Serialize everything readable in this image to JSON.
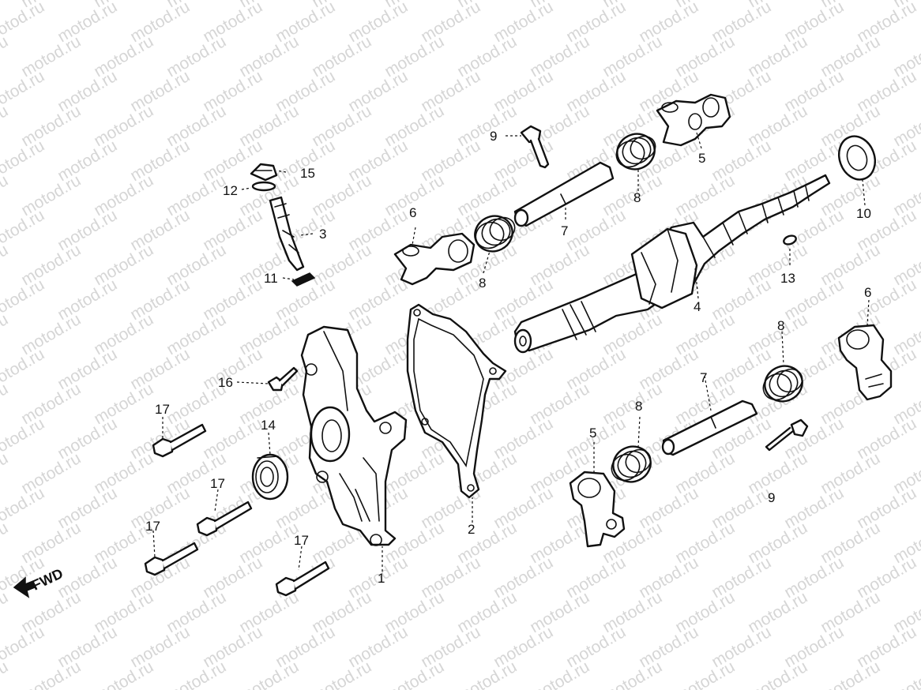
{
  "watermark": {
    "text": "motod.ru",
    "color": "#d6d6d6"
  },
  "direction_label": "FWD",
  "callouts": {
    "c1": "1",
    "c2": "2",
    "c3": "3",
    "c4": "4",
    "c5a": "5",
    "c5b": "5",
    "c6a": "6",
    "c6b": "6",
    "c7a": "7",
    "c7b": "7",
    "c8a": "8",
    "c8b": "8",
    "c8c": "8",
    "c8d": "8",
    "c9a": "9",
    "c9b": "9",
    "c10": "10",
    "c11": "11",
    "c12": "12",
    "c13": "13",
    "c14": "14",
    "c15": "15",
    "c16": "16",
    "c17a": "17",
    "c17b": "17",
    "c17c": "17",
    "c17d": "17"
  },
  "colors": {
    "line": "#111111",
    "background": "#ffffff"
  }
}
